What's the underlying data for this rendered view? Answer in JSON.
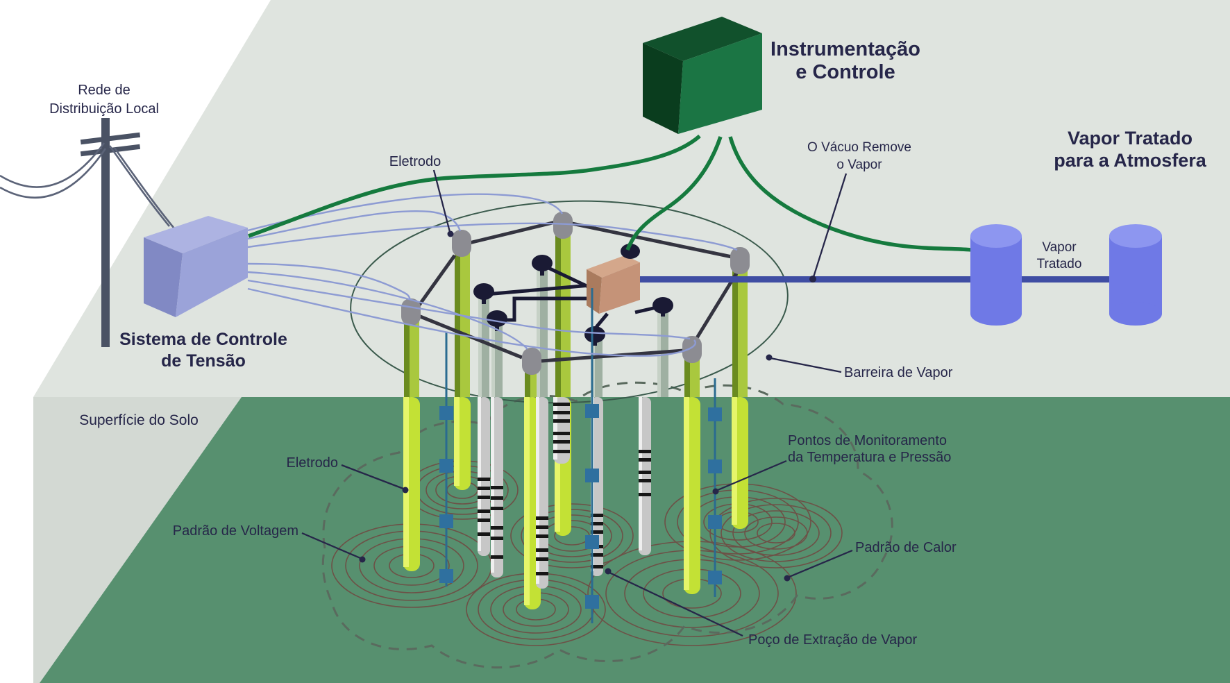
{
  "labels": {
    "rede": {
      "line1": "Rede de",
      "line2": "Distribuição Local"
    },
    "instrumentacao": {
      "line1": "Instrumentação",
      "line2": "e Controle"
    },
    "vapor_atmosfera": {
      "line1": "Vapor Tratado",
      "line2": "para a Atmosfera"
    },
    "eletrodo_superior": "Eletrodo",
    "vacuo": {
      "line1": "O Vácuo Remove",
      "line2": "o Vapor"
    },
    "sistema": {
      "line1": "Sistema de Controle",
      "line2": "de Tensão"
    },
    "vapor_tratado": {
      "line1": "Vapor",
      "line2": "Tratado"
    },
    "barreira": "Barreira de Vapor",
    "superficie": "Superfície do Solo",
    "eletrodo_inferior": "Eletrodo",
    "pontos": {
      "line1": "Pontos de Monitoramento",
      "line2": "da Temperatura e Pressão"
    },
    "padrao_voltagem": "Padrão de Voltagem",
    "padrao_calor": "Padrão de Calor",
    "poco": "Poço de Extração de Vapor"
  },
  "colors": {
    "text": "#262649",
    "white": "#ffffff",
    "air": "#dfe4df",
    "wedge": "#d3d9d3",
    "ground": "#57906f",
    "pole": "#4a5264",
    "pole-wire": "#5b6378",
    "purple-front": "#9ba3d9",
    "purple-top": "#adb3e2",
    "purple-left": "#8189c4",
    "green-front": "#1b7544",
    "green-top": "#11512c",
    "green-left": "#0a3d1e",
    "brown-front": "#c59378",
    "brown-top": "#d4a78b",
    "brown-left": "#aa7b5e",
    "cable": "#157a3e",
    "wire": "#8d9bd3",
    "bus": "#343440",
    "black": "#1a1a34",
    "ellipse": "#3a5a4c",
    "pipe-blue": "#3f4da3",
    "cylinder": "#6f79e6",
    "cylinder-top": "#8d96f0",
    "cap-gray": "#8c8c92",
    "electrode-above": "#a9c83e",
    "electrode-above-shade": "#6a8b1f",
    "electrode-below": "#c3e135",
    "electrode-below-hl": "#e6f56a",
    "well-above": "#9fb0a2",
    "well-above-hl": "#c6d1c6",
    "well-below": "#c7c7c7",
    "well-below-hl": "#efefef",
    "screen-stripe": "#161616",
    "monitor-line": "#2a6b90",
    "monitor-square": "#2f709f",
    "rings": "#6d5147",
    "dashed": "#5a6a5e"
  },
  "structure": {
    "eletrodos_visiveis": 6,
    "padroes_de_voltagem": 7,
    "pocos_extracao_visiveis": 6,
    "linhas_monitoramento": 3,
    "cilindros_tratamento": 2
  }
}
